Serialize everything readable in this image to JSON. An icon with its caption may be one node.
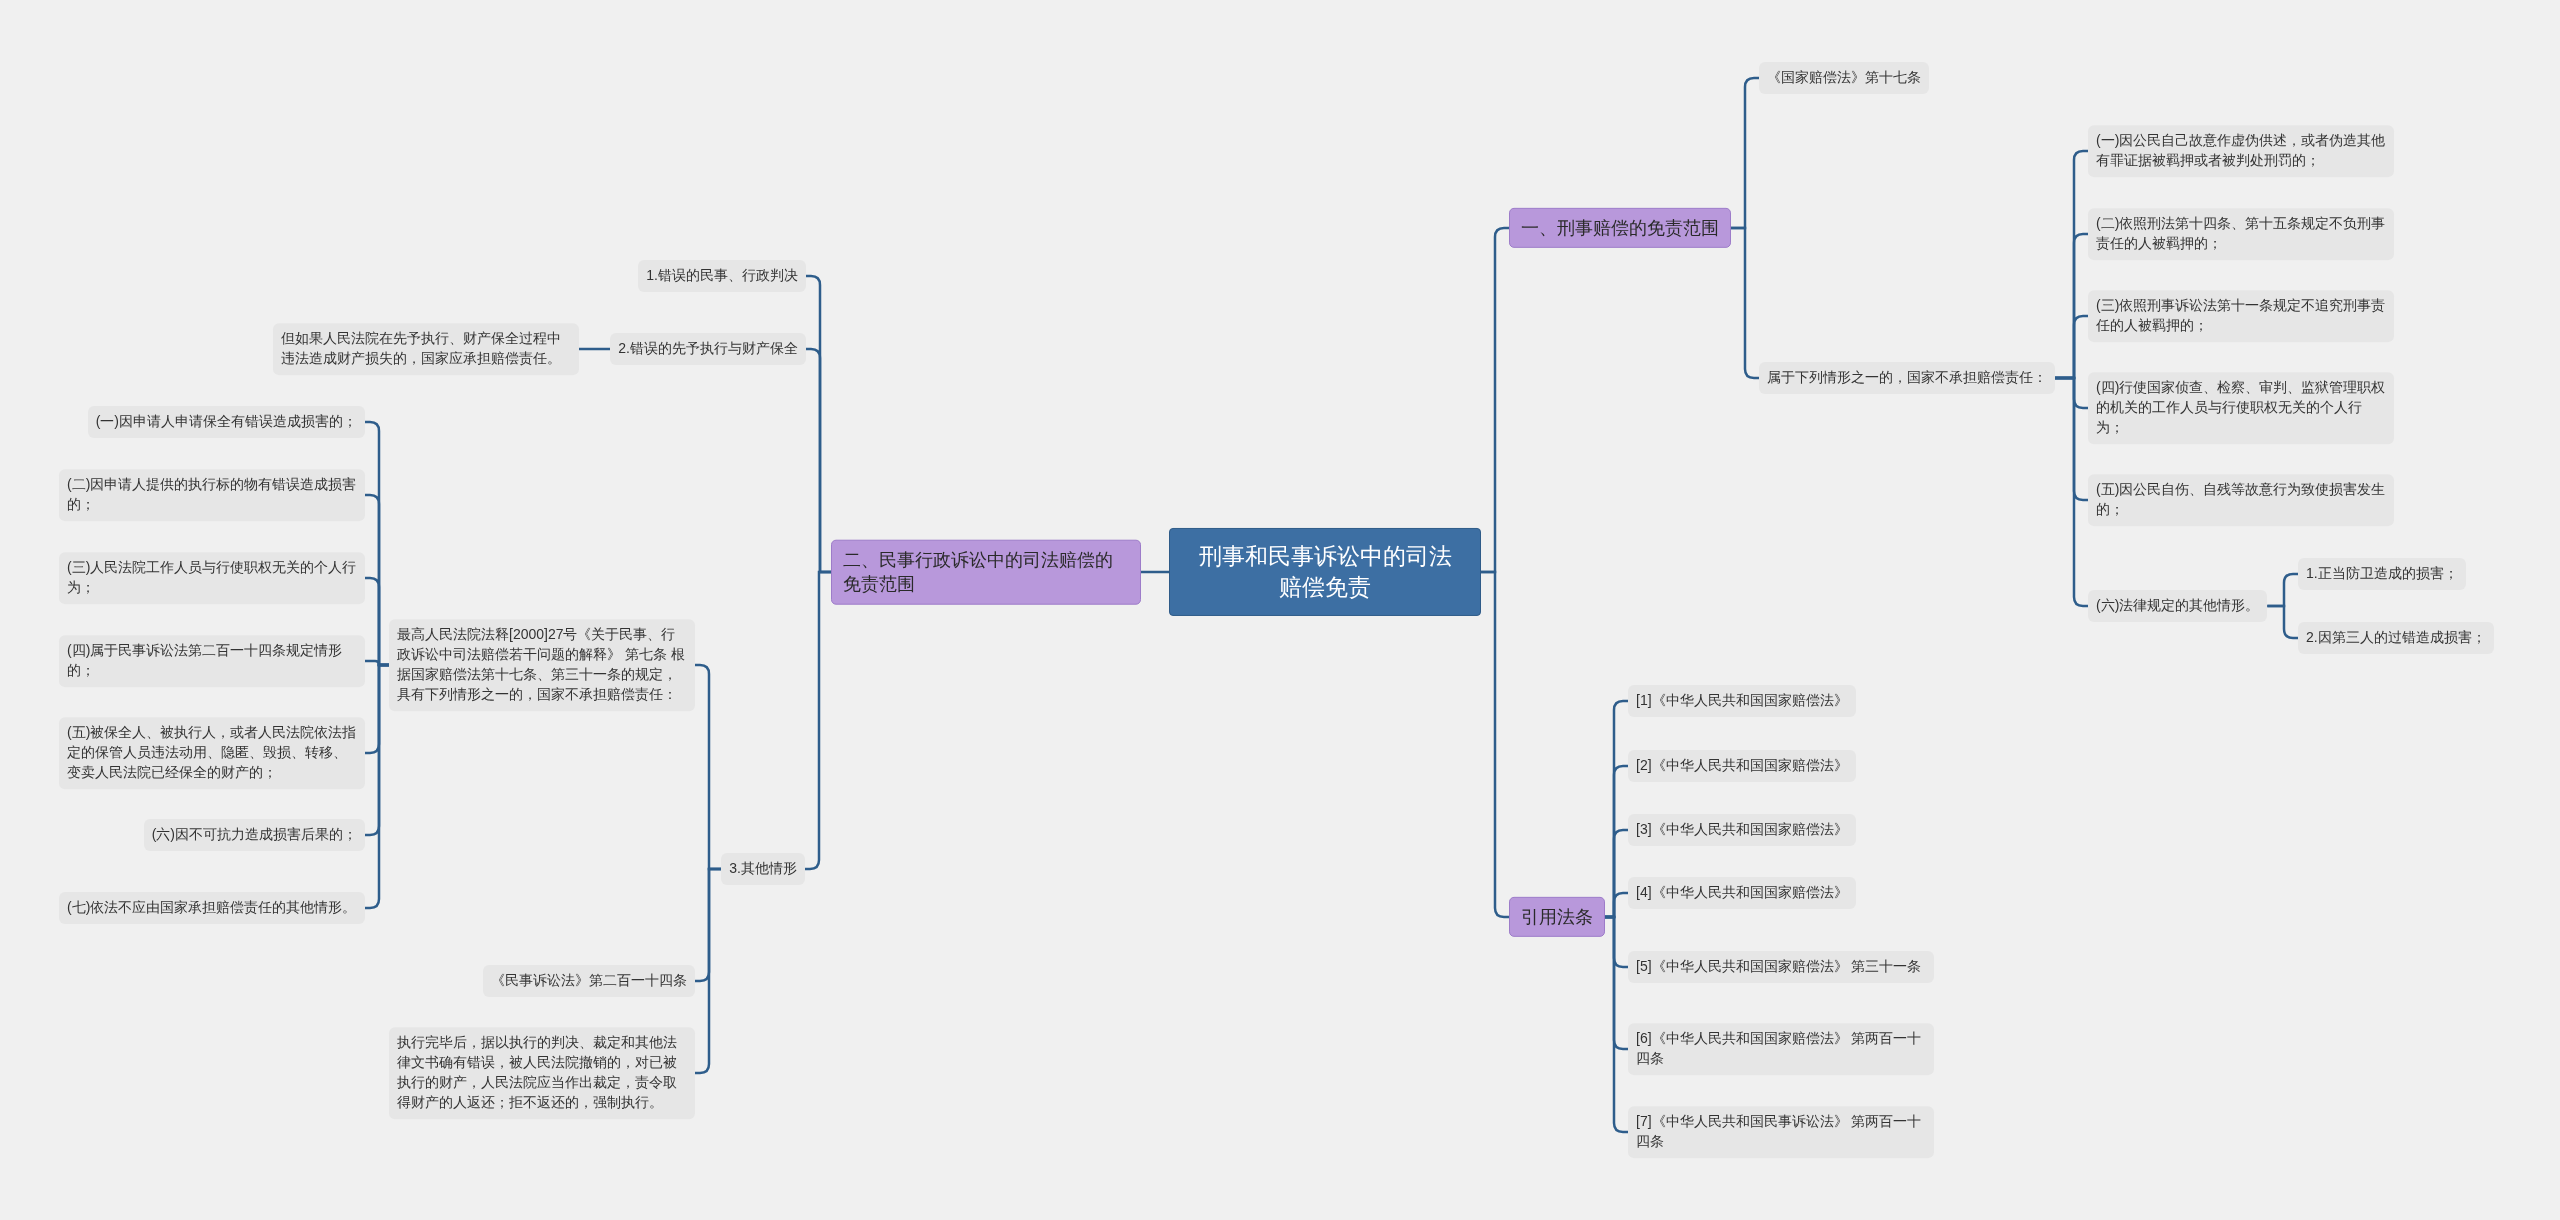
{
  "diagram": {
    "nodes": [
      {
        "text": [
          "刑事和民事诉讼中的司法赔偿免责"
        ]
      },
      {
        "text": [
          "一、刑事赔偿的免责范围"
        ]
      },
      {
        "text": [
          "《国家赔偿法》第十七条"
        ]
      },
      {
        "text": [
          "属于下列情形之一的，国家不承担赔偿责任："
        ]
      },
      {
        "text": [
          "(一)因公民自己故意作虚伪供述，或者伪造其他有罪证据被羁押或者被判处刑罚的；"
        ]
      },
      {
        "text": [
          "(二)依照刑法第十四条、第十五条规定不负刑事责任的人被羁押的；"
        ]
      },
      {
        "text": [
          "(三)依照刑事诉讼法第十一条规定不追究刑事责任的人被羁押的；"
        ]
      },
      {
        "text": [
          "(四)行使国家侦查、检察、审判、监狱管理职权的机关的工作人员与行使职权无关的个人行为；"
        ]
      },
      {
        "text": [
          "(五)因公民自伤、自残等故意行为致使损害发生的；"
        ]
      },
      {
        "text": [
          "(六)法律规定的其他情形。"
        ]
      },
      {
        "text": [
          "1.正当防卫造成的损害；"
        ]
      },
      {
        "text": [
          "2.因第三人的过错造成损害；"
        ]
      },
      {
        "text": [
          "引用法条"
        ]
      },
      {
        "text": [
          "[1]《中华人民共和国国家赔偿法》"
        ]
      },
      {
        "text": [
          "[2]《中华人民共和国国家赔偿法》"
        ]
      },
      {
        "text": [
          "[3]《中华人民共和国国家赔偿法》"
        ]
      },
      {
        "text": [
          "[4]《中华人民共和国国家赔偿法》"
        ]
      },
      {
        "text": [
          "[5]《中华人民共和国国家赔偿法》 第三十一条"
        ]
      },
      {
        "text": [
          "[6]《中华人民共和国国家赔偿法》 第两百一十四条"
        ]
      },
      {
        "text": [
          "[7]《中华人民共和国民事诉讼法》 第两百一十四条"
        ]
      },
      {
        "text": [
          "二、民事行政诉讼中的司法赔偿的免责范围"
        ]
      },
      {
        "text": [
          "1.错误的民事、行政判决"
        ]
      },
      {
        "text": [
          "2.错误的先予执行与财产保全"
        ]
      },
      {
        "text": [
          "但如果人民法院在先予执行、财产保全过程中违法造成财产损失的，国家应承担赔偿责任。"
        ]
      },
      {
        "text": [
          "3.其他情形"
        ]
      },
      {
        "text": [
          "最高人民法院法释[2000]27号《关于民事、行政诉讼中司法赔偿若干问题的解释》 第七条 根据国家赔偿法第十七条、第三十一条的规定，具有下列情形之一的，国家不承担赔偿责任："
        ]
      },
      {
        "text": [
          "(一)因申请人申请保全有错误造成损害的；"
        ]
      },
      {
        "text": [
          "(二)因申请人提供的执行标的物有错误造成损害的；"
        ]
      },
      {
        "text": [
          "(三)人民法院工作人员与行使职权无关的个人行为；"
        ]
      },
      {
        "text": [
          "(四)属于民事诉讼法第二百一十四条规定情形的；"
        ]
      },
      {
        "text": [
          "(五)被保全人、被执行人，或者人民法院依法指定的保管人员违法动用、隐匿、毁损、转移、变卖人民法院已经保全的财产的；"
        ]
      },
      {
        "text": [
          "(六)因不可抗力造成损害后果的；"
        ]
      },
      {
        "text": [
          "(七)依法不应由国家承担赔偿责任的其他情形。"
        ]
      },
      {
        "text": [
          "《民事诉讼法》第二百一十四条"
        ]
      },
      {
        "text": [
          "执行完毕后，据以执行的判决、裁定和其他法律文书确有错误，被人民法院撤销的，对已被执行的财产，人民法院应当作出裁定，责令取得财产的人返还；拒不返还的，强制执行。"
        ]
      }
    ],
    "edges": [
      {
        "from": 0,
        "to": 1,
        "arrow": "none"
      },
      {
        "from": 1,
        "to": 2,
        "arrow": "none"
      },
      {
        "from": 1,
        "to": 3,
        "arrow": "none"
      },
      {
        "from": 3,
        "to": 4,
        "arrow": "none"
      },
      {
        "from": 3,
        "to": 5,
        "arrow": "none"
      },
      {
        "from": 3,
        "to": 6,
        "arrow": "none"
      },
      {
        "from": 3,
        "to": 7,
        "arrow": "none"
      },
      {
        "from": 3,
        "to": 8,
        "arrow": "none"
      },
      {
        "from": 3,
        "to": 9,
        "arrow": "none"
      },
      {
        "from": 9,
        "to": 10,
        "arrow": "none"
      },
      {
        "from": 9,
        "to": 11,
        "arrow": "none"
      },
      {
        "from": 0,
        "to": 12,
        "arrow": "none"
      },
      {
        "from": 12,
        "to": 13,
        "arrow": "none"
      },
      {
        "from": 12,
        "to": 14,
        "arrow": "none"
      },
      {
        "from": 12,
        "to": 15,
        "arrow": "none"
      },
      {
        "from": 12,
        "to": 16,
        "arrow": "none"
      },
      {
        "from": 12,
        "to": 17,
        "arrow": "none"
      },
      {
        "from": 12,
        "to": 18,
        "arrow": "none"
      },
      {
        "from": 12,
        "to": 19,
        "arrow": "none"
      },
      {
        "from": 0,
        "to": 20,
        "arrow": "none"
      },
      {
        "from": 20,
        "to": 21,
        "arrow": "none"
      },
      {
        "from": 20,
        "to": 22,
        "arrow": "none"
      },
      {
        "from": 22,
        "to": 23,
        "arrow": "none"
      },
      {
        "from": 20,
        "to": 24,
        "arrow": "none"
      },
      {
        "from": 24,
        "to": 25,
        "arrow": "none"
      },
      {
        "from": 25,
        "to": 26,
        "arrow": "none"
      },
      {
        "from": 25,
        "to": 27,
        "arrow": "none"
      },
      {
        "from": 25,
        "to": 28,
        "arrow": "none"
      },
      {
        "from": 25,
        "to": 29,
        "arrow": "none"
      },
      {
        "from": 25,
        "to": 30,
        "arrow": "none"
      },
      {
        "from": 25,
        "to": 31,
        "arrow": "none"
      },
      {
        "from": 25,
        "to": 32,
        "arrow": "none"
      },
      {
        "from": 24,
        "to": 33,
        "arrow": "none"
      },
      {
        "from": 24,
        "to": 34,
        "arrow": "none"
      }
    ]
  }
}
